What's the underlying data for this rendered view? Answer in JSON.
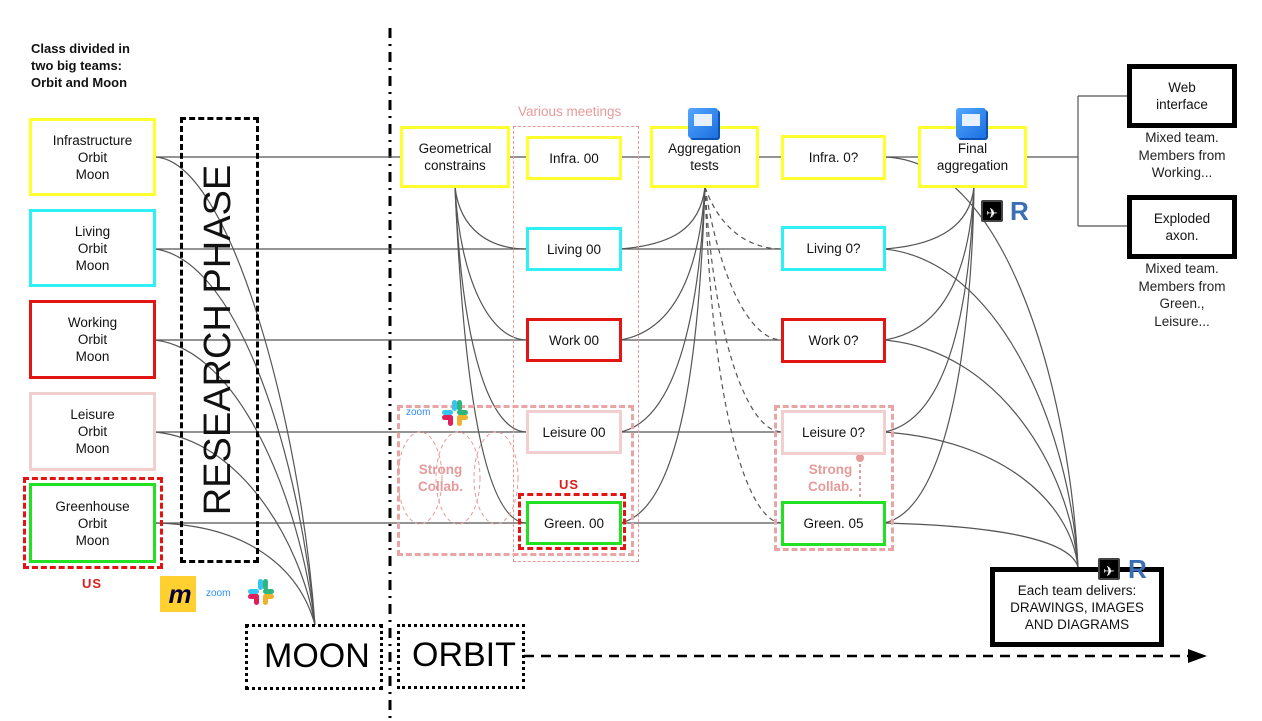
{
  "intro": "Class divided in\ntwo big teams:\nOrbit and Moon",
  "teams": [
    {
      "id": "infrastructure",
      "label": "Infrastructure\nOrbit\nMoon",
      "color": "#ffff2e"
    },
    {
      "id": "living",
      "label": "Living\nOrbit\nMoon",
      "color": "#2ef0f5"
    },
    {
      "id": "working",
      "label": "Working\nOrbit\nMoon",
      "color": "#e21414"
    },
    {
      "id": "leisure",
      "label": "Leisure\nOrbit\nMoon",
      "color": "#f2cfcf"
    },
    {
      "id": "greenhouse",
      "label": "Greenhouse\nOrbit\nMoon",
      "color": "#22e022"
    }
  ],
  "us_label": "US",
  "research_phase": "RESEARCH PHASE",
  "phases": {
    "moon": "MOON",
    "orbit": "ORBIT"
  },
  "tools_left": [
    "miro-icon",
    "zoom-logo",
    "slack-icon"
  ],
  "zoom_text": "zoom",
  "miro_text": "m",
  "geometrical": "Geometrical\nconstrains",
  "various_meetings": "Various meetings",
  "stage1": [
    "Infra. 00",
    "Living 00",
    "Work 00",
    "Leisure 00",
    "Green. 00"
  ],
  "strong_collab": "Strong\nCollab.",
  "aggregation": "Aggregation\ntests",
  "stage2": [
    "Infra. 0?",
    "Living 0?",
    "Work 0?",
    "Leisure 0?",
    "Green. 05"
  ],
  "final": "Final\naggregation",
  "outputs": [
    {
      "label": "Web\ninterface",
      "note": "Mixed team.\nMembers from\nWorking..."
    },
    {
      "label": "Exploded\naxon.",
      "note": "Mixed team.\nMembers from\nGreen.,\nLeisure..."
    }
  ],
  "deliver": "Each team delivers:\nDRAWINGS, IMAGES\nAND DIAGRAMS",
  "revit_letter": "R",
  "rhino_glyph": "✈",
  "colors": {
    "line": "#555555",
    "collab": "#e79a9a",
    "us": "#dd1c1c"
  }
}
